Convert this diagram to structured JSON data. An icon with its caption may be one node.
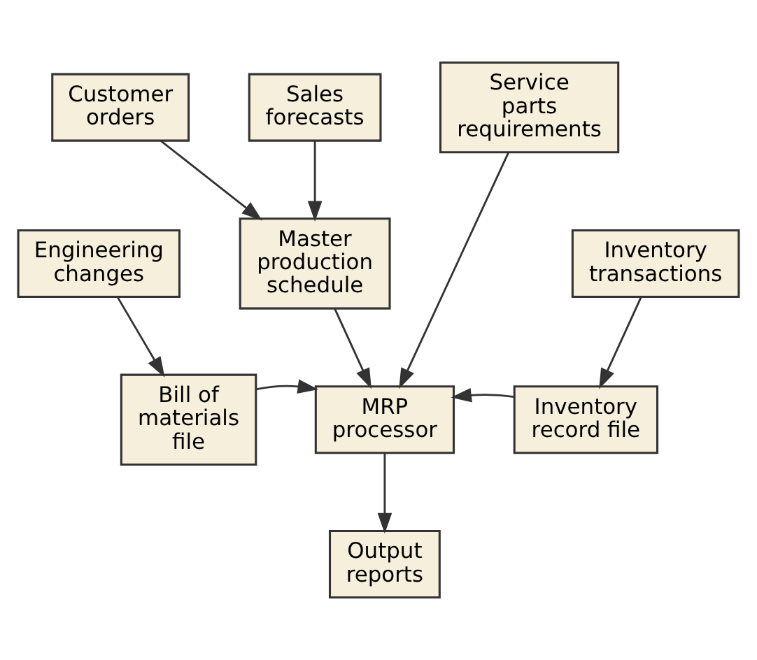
{
  "diagram": {
    "nodes": [
      {
        "text": [
          "Customer orders"
        ]
      },
      {
        "text": [
          "Sales forecasts"
        ]
      },
      {
        "text": [
          "Service parts requirements"
        ]
      },
      {
        "text": [
          "Engineering changes"
        ]
      },
      {
        "text": [
          "Master production schedule"
        ]
      },
      {
        "text": [
          "Inventory transactions"
        ]
      },
      {
        "text": [
          "Bill of materials file"
        ]
      },
      {
        "text": [
          "MRP processor"
        ]
      },
      {
        "text": [
          "Inventory record file"
        ]
      },
      {
        "text": [
          "Output reports"
        ]
      }
    ],
    "edges": [
      {
        "from": 0,
        "to": 4,
        "arrow": "to"
      },
      {
        "from": 1,
        "to": 4,
        "arrow": "to"
      },
      {
        "from": 2,
        "to": 7,
        "arrow": "to"
      },
      {
        "from": 3,
        "to": 6,
        "arrow": "to"
      },
      {
        "from": 4,
        "to": 7,
        "arrow": "to"
      },
      {
        "from": 5,
        "to": 8,
        "arrow": "to"
      },
      {
        "from": 6,
        "to": 7,
        "arrow": "to"
      },
      {
        "from": 8,
        "to": 7,
        "arrow": "to"
      },
      {
        "from": 7,
        "to": 9,
        "arrow": "to"
      }
    ]
  }
}
